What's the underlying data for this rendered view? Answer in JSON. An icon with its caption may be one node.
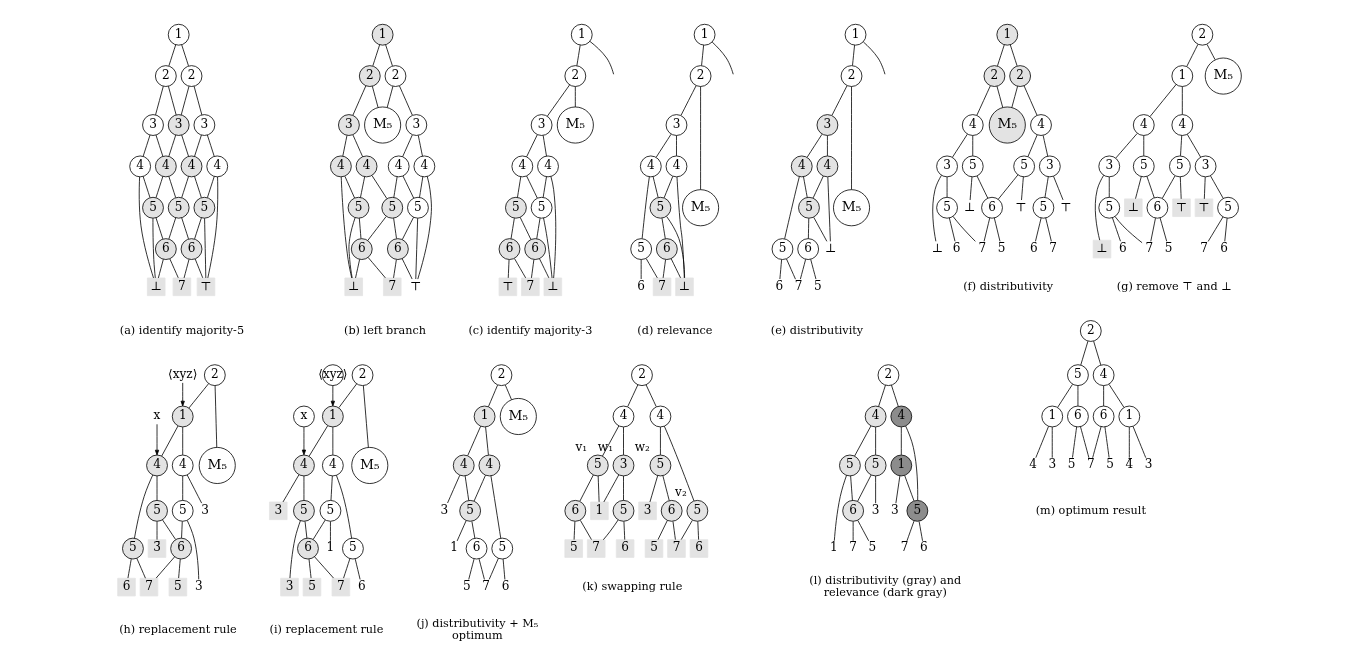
{
  "diagram": {
    "nodes": [
      {
        "text": [
          "1"
        ]
      },
      {
        "text": [
          "2"
        ]
      },
      {
        "text": [
          "2"
        ]
      },
      {
        "text": [
          "3"
        ]
      },
      {
        "text": [
          "3"
        ]
      },
      {
        "text": [
          "3"
        ]
      },
      {
        "text": [
          "4"
        ]
      },
      {
        "text": [
          "4"
        ]
      },
      {
        "text": [
          "4"
        ]
      },
      {
        "text": [
          "4"
        ]
      },
      {
        "text": [
          "5"
        ]
      },
      {
        "text": [
          "5"
        ]
      },
      {
        "text": [
          "5"
        ]
      },
      {
        "text": [
          "6"
        ]
      },
      {
        "text": [
          "6"
        ]
      },
      {
        "text": [
          "⊥"
        ]
      },
      {
        "text": [
          "7"
        ]
      },
      {
        "text": [
          "⊤"
        ]
      },
      {
        "text": [
          "1"
        ]
      },
      {
        "text": [
          "2"
        ]
      },
      {
        "text": [
          "2"
        ]
      },
      {
        "text": [
          "3"
        ]
      },
      {
        "text": [
          "M₅"
        ]
      },
      {
        "text": [
          "3"
        ]
      },
      {
        "text": [
          "4"
        ]
      },
      {
        "text": [
          "4"
        ]
      },
      {
        "text": [
          "4"
        ]
      },
      {
        "text": [
          "4"
        ]
      },
      {
        "text": [
          "5"
        ]
      },
      {
        "text": [
          "5"
        ]
      },
      {
        "text": [
          "5"
        ]
      },
      {
        "text": [
          "6"
        ]
      },
      {
        "text": [
          "6"
        ]
      },
      {
        "text": [
          "⊥"
        ]
      },
      {
        "text": [
          "7"
        ]
      },
      {
        "text": [
          "⊤"
        ]
      },
      {
        "text": [
          "1"
        ]
      },
      {
        "text": [
          "2"
        ]
      },
      {
        "text": [
          "3"
        ]
      },
      {
        "text": [
          "M₅"
        ]
      },
      {
        "text": [
          "4"
        ]
      },
      {
        "text": [
          "4"
        ]
      },
      {
        "text": [
          "5"
        ]
      },
      {
        "text": [
          "5"
        ]
      },
      {
        "text": [
          "6"
        ]
      },
      {
        "text": [
          "6"
        ]
      },
      {
        "text": [
          "⊥"
        ]
      },
      {
        "text": [
          "7"
        ]
      },
      {
        "text": [
          "⊤"
        ]
      },
      {
        "text": [
          "1"
        ]
      },
      {
        "text": [
          "2"
        ]
      },
      {
        "text": [
          "3"
        ]
      },
      {
        "text": [
          "M₅"
        ]
      },
      {
        "text": [
          "4"
        ]
      },
      {
        "text": [
          "4"
        ]
      },
      {
        "text": [
          "5"
        ]
      },
      {
        "text": [
          "5"
        ]
      },
      {
        "text": [
          "6"
        ]
      },
      {
        "text": [
          "6"
        ]
      },
      {
        "text": [
          "⊥"
        ]
      },
      {
        "text": [
          "7"
        ]
      },
      {
        "text": [
          "1"
        ]
      },
      {
        "text": [
          "2"
        ]
      },
      {
        "text": [
          "3"
        ]
      },
      {
        "text": [
          "M₅"
        ]
      },
      {
        "text": [
          "4"
        ]
      },
      {
        "text": [
          "4"
        ]
      },
      {
        "text": [
          "5"
        ]
      },
      {
        "text": [
          "5"
        ]
      },
      {
        "text": [
          "6"
        ]
      },
      {
        "text": [
          "6"
        ]
      },
      {
        "text": [
          "⊥"
        ]
      },
      {
        "text": [
          "5̄"
        ]
      },
      {
        "text": [
          "7"
        ]
      },
      {
        "text": [
          "1"
        ]
      },
      {
        "text": [
          "2"
        ]
      },
      {
        "text": [
          "2"
        ]
      },
      {
        "text": [
          "4"
        ]
      },
      {
        "text": [
          "M₅"
        ]
      },
      {
        "text": [
          "4"
        ]
      },
      {
        "text": [
          "3"
        ]
      },
      {
        "text": [
          "5"
        ]
      },
      {
        "text": [
          "5"
        ]
      },
      {
        "text": [
          "3"
        ]
      },
      {
        "text": [
          "⊥"
        ]
      },
      {
        "text": [
          "5"
        ]
      },
      {
        "text": [
          "⊥"
        ]
      },
      {
        "text": [
          "6"
        ]
      },
      {
        "text": [
          "⊤"
        ]
      },
      {
        "text": [
          "5"
        ]
      },
      {
        "text": [
          "⊤"
        ]
      },
      {
        "text": [
          "6"
        ]
      },
      {
        "text": [
          "7"
        ]
      },
      {
        "text": [
          "5̄"
        ]
      },
      {
        "text": [
          "7"
        ]
      },
      {
        "text": [
          "6"
        ]
      },
      {
        "text": [
          "2"
        ]
      },
      {
        "text": [
          "1"
        ]
      },
      {
        "text": [
          "M₅"
        ]
      },
      {
        "text": [
          "4"
        ]
      },
      {
        "text": [
          "4"
        ]
      },
      {
        "text": [
          "3"
        ]
      },
      {
        "text": [
          "5"
        ]
      },
      {
        "text": [
          "5"
        ]
      },
      {
        "text": [
          "3"
        ]
      },
      {
        "text": [
          "⊥"
        ]
      },
      {
        "text": [
          "5"
        ]
      },
      {
        "text": [
          "⊥"
        ]
      },
      {
        "text": [
          "6"
        ]
      },
      {
        "text": [
          "⊤"
        ]
      },
      {
        "text": [
          "5"
        ]
      },
      {
        "text": [
          "⊤"
        ]
      },
      {
        "text": [
          "6"
        ]
      },
      {
        "text": [
          "7"
        ]
      },
      {
        "text": [
          "5̄"
        ]
      },
      {
        "text": [
          "7"
        ]
      },
      {
        "text": [
          "6"
        ]
      },
      {
        "text": [
          "⟨xyz⟩"
        ]
      },
      {
        "text": [
          "2"
        ]
      },
      {
        "text": [
          "1"
        ]
      },
      {
        "text": [
          "M₅"
        ]
      },
      {
        "text": [
          "x"
        ]
      },
      {
        "text": [
          "4"
        ]
      },
      {
        "text": [
          "4"
        ]
      },
      {
        "text": [
          "3"
        ]
      },
      {
        "text": [
          "5"
        ]
      },
      {
        "text": [
          "5"
        ]
      },
      {
        "text": [
          "5"
        ]
      },
      {
        "text": [
          "3"
        ]
      },
      {
        "text": [
          "6"
        ]
      },
      {
        "text": [
          "3̄"
        ]
      },
      {
        "text": [
          "5̄"
        ]
      },
      {
        "text": [
          "7"
        ]
      },
      {
        "text": [
          "6"
        ]
      },
      {
        "text": [
          "⟨xyz⟩"
        ]
      },
      {
        "text": [
          "2"
        ]
      },
      {
        "text": [
          "1"
        ]
      },
      {
        "text": [
          "M₅"
        ]
      },
      {
        "text": [
          "x"
        ]
      },
      {
        "text": [
          "4"
        ]
      },
      {
        "text": [
          "4"
        ]
      },
      {
        "text": [
          "3"
        ]
      },
      {
        "text": [
          "5"
        ]
      },
      {
        "text": [
          "5"
        ]
      },
      {
        "text": [
          "5"
        ]
      },
      {
        "text": [
          "3"
        ]
      },
      {
        "text": [
          "6"
        ]
      },
      {
        "text": [
          "1"
        ]
      },
      {
        "text": [
          "5̄"
        ]
      },
      {
        "text": [
          "7"
        ]
      },
      {
        "text": [
          "6"
        ]
      },
      {
        "text": [
          "2"
        ]
      },
      {
        "text": [
          "1"
        ]
      },
      {
        "text": [
          "M₅"
        ]
      },
      {
        "text": [
          "4"
        ]
      },
      {
        "text": [
          "4"
        ]
      },
      {
        "text": [
          "3"
        ]
      },
      {
        "text": [
          "5"
        ]
      },
      {
        "text": [
          "5"
        ]
      },
      {
        "text": [
          "1"
        ]
      },
      {
        "text": [
          "6"
        ]
      },
      {
        "text": [
          "5̄"
        ]
      },
      {
        "text": [
          "7"
        ]
      },
      {
        "text": [
          "6"
        ]
      },
      {
        "text": [
          "2"
        ]
      },
      {
        "text": [
          "4"
        ]
      },
      {
        "text": [
          "4"
        ]
      },
      {
        "text": [
          "5"
        ],
        "beside": [
          "v₁"
        ]
      },
      {
        "text": [
          "3"
        ],
        "beside": [
          "w₁"
        ]
      },
      {
        "text": [
          "5"
        ],
        "beside": [
          "w₂"
        ]
      },
      {
        "text": [
          "6"
        ]
      },
      {
        "text": [
          "1"
        ]
      },
      {
        "text": [
          "5"
        ]
      },
      {
        "text": [
          "5"
        ],
        "beside": [
          "v₂"
        ]
      },
      {
        "text": [
          "3"
        ]
      },
      {
        "text": [
          "6"
        ]
      },
      {
        "text": [
          "5̄"
        ]
      },
      {
        "text": [
          "7"
        ]
      },
      {
        "text": [
          "6"
        ]
      },
      {
        "text": [
          "6"
        ]
      },
      {
        "text": [
          "7"
        ]
      },
      {
        "text": [
          "5̄"
        ]
      },
      {
        "text": [
          "2"
        ]
      },
      {
        "text": [
          "4"
        ]
      },
      {
        "text": [
          "4"
        ]
      },
      {
        "text": [
          "5"
        ]
      },
      {
        "text": [
          "5"
        ]
      },
      {
        "text": [
          "1"
        ]
      },
      {
        "text": [
          "1"
        ]
      },
      {
        "text": [
          "6"
        ]
      },
      {
        "text": [
          "3"
        ]
      },
      {
        "text": [
          "5"
        ]
      },
      {
        "text": [
          "3"
        ]
      },
      {
        "text": [
          "5̄"
        ]
      },
      {
        "text": [
          "7"
        ]
      },
      {
        "text": [
          "6"
        ]
      },
      {
        "text": [
          "7"
        ]
      },
      {
        "text": [
          "2"
        ]
      },
      {
        "text": [
          "5"
        ]
      },
      {
        "text": [
          "4"
        ]
      },
      {
        "text": [
          "1"
        ]
      },
      {
        "text": [
          "6"
        ]
      },
      {
        "text": [
          "6"
        ]
      },
      {
        "text": [
          "1"
        ]
      },
      {
        "text": [
          "4"
        ]
      },
      {
        "text": [
          "3"
        ]
      },
      {
        "text": [
          "5̄"
        ]
      },
      {
        "text": [
          "7"
        ]
      },
      {
        "text": [
          "5"
        ]
      },
      {
        "text": [
          "4̄"
        ]
      },
      {
        "text": [
          "3"
        ]
      }
    ],
    "edges": [
      {
        "from": 0,
        "to": 1,
        "arrow": "none"
      },
      {
        "from": 0,
        "to": 2,
        "arrow": "none"
      },
      {
        "from": 1,
        "to": 3,
        "arrow": "none"
      },
      {
        "from": 1,
        "to": 4,
        "arrow": "none"
      },
      {
        "from": 2,
        "to": 4,
        "arrow": "none"
      },
      {
        "from": 2,
        "to": 5,
        "arrow": "none"
      },
      {
        "from": 3,
        "to": 6,
        "arrow": "none"
      },
      {
        "from": 3,
        "to": 7,
        "arrow": "none"
      },
      {
        "from": 4,
        "to": 7,
        "arrow": "none"
      },
      {
        "from": 4,
        "to": 8,
        "arrow": "none"
      },
      {
        "from": 5,
        "to": 8,
        "arrow": "none"
      },
      {
        "from": 5,
        "to": 9,
        "arrow": "none"
      },
      {
        "from": 6,
        "to": 10,
        "arrow": "none"
      },
      {
        "from": 7,
        "to": 10,
        "arrow": "none"
      },
      {
        "from": 7,
        "to": 11,
        "arrow": "none"
      },
      {
        "from": 8,
        "to": 11,
        "arrow": "none"
      },
      {
        "from": 8,
        "to": 12,
        "arrow": "none"
      },
      {
        "from": 9,
        "to": 12,
        "arrow": "none"
      },
      {
        "from": 10,
        "to": 13,
        "arrow": "none"
      },
      {
        "from": 11,
        "to": 13,
        "arrow": "none"
      },
      {
        "from": 11,
        "to": 14,
        "arrow": "none"
      },
      {
        "from": 12,
        "to": 14,
        "arrow": "none"
      },
      {
        "from": 6,
        "to": 15,
        "arrow": "none"
      },
      {
        "from": 10,
        "to": 15,
        "arrow": "none"
      },
      {
        "from": 13,
        "to": 15,
        "arrow": "none"
      },
      {
        "from": 13,
        "to": 16,
        "arrow": "none"
      },
      {
        "from": 14,
        "to": 16,
        "arrow": "none"
      },
      {
        "from": 14,
        "to": 17,
        "arrow": "none"
      },
      {
        "from": 12,
        "to": 17,
        "arrow": "none"
      },
      {
        "from": 9,
        "to": 17,
        "arrow": "none"
      },
      {
        "from": 18,
        "to": 19,
        "arrow": "none"
      },
      {
        "from": 18,
        "to": 20,
        "arrow": "none"
      },
      {
        "from": 19,
        "to": 21,
        "arrow": "none"
      },
      {
        "from": 19,
        "to": 22,
        "arrow": "none"
      },
      {
        "from": 20,
        "to": 22,
        "arrow": "none"
      },
      {
        "from": 20,
        "to": 23,
        "arrow": "none"
      },
      {
        "from": 21,
        "to": 24,
        "arrow": "none"
      },
      {
        "from": 21,
        "to": 25,
        "arrow": "none"
      },
      {
        "from": 23,
        "to": 26,
        "arrow": "none"
      },
      {
        "from": 23,
        "to": 27,
        "arrow": "none"
      },
      {
        "from": 24,
        "to": 28,
        "arrow": "none"
      },
      {
        "from": 25,
        "to": 28,
        "arrow": "none"
      },
      {
        "from": 25,
        "to": 29,
        "arrow": "none"
      },
      {
        "from": 26,
        "to": 29,
        "arrow": "none"
      },
      {
        "from": 26,
        "to": 30,
        "arrow": "none"
      },
      {
        "from": 27,
        "to": 30,
        "arrow": "none"
      },
      {
        "from": 28,
        "to": 31,
        "arrow": "none"
      },
      {
        "from": 29,
        "to": 31,
        "arrow": "none"
      },
      {
        "from": 29,
        "to": 32,
        "arrow": "none"
      },
      {
        "from": 30,
        "to": 32,
        "arrow": "none"
      },
      {
        "from": 24,
        "to": 33,
        "arrow": "none"
      },
      {
        "from": 28,
        "to": 33,
        "arrow": "none"
      },
      {
        "from": 31,
        "to": 33,
        "arrow": "none"
      },
      {
        "from": 31,
        "to": 34,
        "arrow": "none"
      },
      {
        "from": 32,
        "to": 34,
        "arrow": "none"
      },
      {
        "from": 32,
        "to": 35,
        "arrow": "none"
      },
      {
        "from": 30,
        "to": 35,
        "arrow": "none"
      },
      {
        "from": 27,
        "to": 35,
        "arrow": "none"
      },
      {
        "from": 36,
        "to": null,
        "arrow": "none"
      },
      {
        "from": 36,
        "to": 37,
        "arrow": "none"
      },
      {
        "from": 37,
        "to": 38,
        "arrow": "none"
      },
      {
        "from": 37,
        "to": 39,
        "arrow": "none"
      },
      {
        "from": 38,
        "to": 40,
        "arrow": "none"
      },
      {
        "from": 38,
        "to": 41,
        "arrow": "none"
      },
      {
        "from": 40,
        "to": 42,
        "arrow": "none"
      },
      {
        "from": 41,
        "to": 42,
        "arrow": "none"
      },
      {
        "from": 41,
        "to": 43,
        "arrow": "none"
      },
      {
        "from": 42,
        "to": 44,
        "arrow": "none"
      },
      {
        "from": 43,
        "to": 44,
        "arrow": "none"
      },
      {
        "from": 43,
        "to": 45,
        "arrow": "none"
      },
      {
        "from": 40,
        "to": 46,
        "arrow": "none"
      },
      {
        "from": 42,
        "to": 46,
        "arrow": "none"
      },
      {
        "from": 44,
        "to": 46,
        "arrow": "none"
      },
      {
        "from": 44,
        "to": 47,
        "arrow": "none"
      },
      {
        "from": 45,
        "to": 47,
        "arrow": "none"
      },
      {
        "from": 45,
        "to": 48,
        "arrow": "none"
      },
      {
        "from": 49,
        "to": null,
        "arrow": "none"
      },
      {
        "from": 49,
        "to": 50,
        "arrow": "none"
      },
      {
        "from": 50,
        "to": 51,
        "arrow": "none"
      },
      {
        "from": 50,
        "to": 52,
        "arrow": "none"
      },
      {
        "from": 51,
        "to": 53,
        "arrow": "none"
      },
      {
        "from": 51,
        "to": 54,
        "arrow": "none"
      },
      {
        "from": 53,
        "to": 55,
        "arrow": "none"
      },
      {
        "from": 54,
        "to": 55,
        "arrow": "none"
      },
      {
        "from": 54,
        "to": 56,
        "arrow": "none"
      },
      {
        "from": 55,
        "to": 57,
        "arrow": "none"
      },
      {
        "from": 56,
        "to": 58,
        "arrow": "none"
      },
      {
        "from": 53,
        "to": 59,
        "arrow": "none"
      },
      {
        "from": 55,
        "to": 59,
        "arrow": "none"
      },
      {
        "from": 57,
        "to": 59,
        "arrow": "none"
      },
      {
        "from": 57,
        "to": 60,
        "arrow": "none"
      },
      {
        "from": 56,
        "to": 60,
        "arrow": "none"
      },
      {
        "from": 61,
        "to": null,
        "arrow": "none"
      },
      {
        "from": 61,
        "to": 62,
        "arrow": "none"
      },
      {
        "from": 62,
        "to": 63,
        "arrow": "none"
      },
      {
        "from": 62,
        "to": 64,
        "arrow": "none"
      },
      {
        "from": 63,
        "to": 65,
        "arrow": "none"
      },
      {
        "from": 63,
        "to": 66,
        "arrow": "none"
      },
      {
        "from": 65,
        "to": 67,
        "arrow": "none"
      },
      {
        "from": 66,
        "to": 67,
        "arrow": "none"
      },
      {
        "from": 66,
        "to": 68,
        "arrow": "none"
      },
      {
        "from": 67,
        "to": 69,
        "arrow": "none"
      },
      {
        "from": 68,
        "to": 70,
        "arrow": "none"
      },
      {
        "from": 65,
        "to": 71,
        "arrow": "none"
      },
      {
        "from": 67,
        "to": 71,
        "arrow": "none"
      },
      {
        "from": 69,
        "to": 72,
        "arrow": "none"
      },
      {
        "from": 69,
        "to": 73,
        "arrow": "none"
      },
      {
        "from": 68,
        "to": 73,
        "arrow": "none"
      },
      {
        "from": 74,
        "to": 75,
        "arrow": "none"
      },
      {
        "from": 74,
        "to": 76,
        "arrow": "none"
      },
      {
        "from": 75,
        "to": 77,
        "arrow": "none"
      },
      {
        "from": 75,
        "to": 78,
        "arrow": "none"
      },
      {
        "from": 76,
        "to": 78,
        "arrow": "none"
      },
      {
        "from": 76,
        "to": 79,
        "arrow": "none"
      },
      {
        "from": 77,
        "to": 80,
        "arrow": "none"
      },
      {
        "from": 77,
        "to": 81,
        "arrow": "none"
      },
      {
        "from": 79,
        "to": 82,
        "arrow": "none"
      },
      {
        "from": 79,
        "to": 83,
        "arrow": "none"
      },
      {
        "from": 80,
        "to": 84,
        "arrow": "none"
      },
      {
        "from": 80,
        "to": 85,
        "arrow": "none"
      },
      {
        "from": 81,
        "to": 86,
        "arrow": "none"
      },
      {
        "from": 81,
        "to": 87,
        "arrow": "none"
      },
      {
        "from": 82,
        "to": 87,
        "arrow": "none"
      },
      {
        "from": 82,
        "to": 88,
        "arrow": "none"
      },
      {
        "from": 83,
        "to": 89,
        "arrow": "none"
      },
      {
        "from": 83,
        "to": 90,
        "arrow": "none"
      },
      {
        "from": 85,
        "to": 91,
        "arrow": "none"
      },
      {
        "from": 85,
        "to": 92,
        "arrow": "none"
      },
      {
        "from": 87,
        "to": 92,
        "arrow": "none"
      },
      {
        "from": 87,
        "to": 93,
        "arrow": "none"
      },
      {
        "from": 89,
        "to": 94,
        "arrow": "none"
      },
      {
        "from": 89,
        "to": 95,
        "arrow": "none"
      },
      {
        "from": 96,
        "to": 97,
        "arrow": "none"
      },
      {
        "from": 96,
        "to": 98,
        "arrow": "none"
      },
      {
        "from": 97,
        "to": 99,
        "arrow": "none"
      },
      {
        "from": 97,
        "to": 100,
        "arrow": "none"
      },
      {
        "from": 99,
        "to": 101,
        "arrow": "none"
      },
      {
        "from": 99,
        "to": 102,
        "arrow": "none"
      },
      {
        "from": 100,
        "to": 103,
        "arrow": "none"
      },
      {
        "from": 100,
        "to": 104,
        "arrow": "none"
      },
      {
        "from": 101,
        "to": 105,
        "arrow": "none"
      },
      {
        "from": 101,
        "to": 106,
        "arrow": "none"
      },
      {
        "from": 102,
        "to": 107,
        "arrow": "none"
      },
      {
        "from": 102,
        "to": 108,
        "arrow": "none"
      },
      {
        "from": 103,
        "to": 108,
        "arrow": "none"
      },
      {
        "from": 103,
        "to": 109,
        "arrow": "none"
      },
      {
        "from": 104,
        "to": 110,
        "arrow": "none"
      },
      {
        "from": 104,
        "to": 111,
        "arrow": "none"
      },
      {
        "from": 106,
        "to": 112,
        "arrow": "none"
      },
      {
        "from": 106,
        "to": 113,
        "arrow": "none"
      },
      {
        "from": 108,
        "to": 113,
        "arrow": "none"
      },
      {
        "from": 108,
        "to": 114,
        "arrow": "none"
      },
      {
        "from": 110,
        "to": 115,
        "arrow": "none"
      },
      {
        "from": 110,
        "to": 116,
        "arrow": "none"
      },
      {
        "from": 117,
        "to": 119,
        "arrow": "to"
      },
      {
        "from": 118,
        "to": 119,
        "arrow": "none"
      },
      {
        "from": 118,
        "to": 120,
        "arrow": "none"
      },
      {
        "from": 121,
        "to": 123,
        "arrow": "to"
      },
      {
        "from": 119,
        "to": 122,
        "arrow": "none"
      },
      {
        "from": 119,
        "to": 123,
        "arrow": "none"
      },
      {
        "from": 122,
        "to": 124,
        "arrow": "none"
      },
      {
        "from": 122,
        "to": 125,
        "arrow": "none"
      },
      {
        "from": 123,
        "to": 126,
        "arrow": "none"
      },
      {
        "from": 123,
        "to": 127,
        "arrow": "none"
      },
      {
        "from": 125,
        "to": 128,
        "arrow": "none"
      },
      {
        "from": 125,
        "to": 129,
        "arrow": "none"
      },
      {
        "from": 126,
        "to": 129,
        "arrow": "none"
      },
      {
        "from": 126,
        "to": 130,
        "arrow": "none"
      },
      {
        "from": 129,
        "to": 131,
        "arrow": "none"
      },
      {
        "from": 129,
        "to": 132,
        "arrow": "none"
      },
      {
        "from": 127,
        "to": 132,
        "arrow": "none"
      },
      {
        "from": 127,
        "to": 133,
        "arrow": "none"
      },
      {
        "from": 134,
        "to": 136,
        "arrow": "to"
      },
      {
        "from": 135,
        "to": 136,
        "arrow": "none"
      },
      {
        "from": 135,
        "to": 137,
        "arrow": "none"
      },
      {
        "from": 138,
        "to": 139,
        "arrow": "to"
      },
      {
        "from": 136,
        "to": 139,
        "arrow": "none"
      },
      {
        "from": 136,
        "to": 140,
        "arrow": "none"
      },
      {
        "from": 139,
        "to": 141,
        "arrow": "none"
      },
      {
        "from": 139,
        "to": 142,
        "arrow": "none"
      },
      {
        "from": 140,
        "to": 143,
        "arrow": "none"
      },
      {
        "from": 140,
        "to": 144,
        "arrow": "none"
      },
      {
        "from": 142,
        "to": 145,
        "arrow": "none"
      },
      {
        "from": 142,
        "to": 146,
        "arrow": "none"
      },
      {
        "from": 143,
        "to": 146,
        "arrow": "none"
      },
      {
        "from": 143,
        "to": 147,
        "arrow": "none"
      },
      {
        "from": 146,
        "to": 148,
        "arrow": "none"
      },
      {
        "from": 146,
        "to": 149,
        "arrow": "none"
      },
      {
        "from": 144,
        "to": 149,
        "arrow": "none"
      },
      {
        "from": 144,
        "to": 150,
        "arrow": "none"
      },
      {
        "from": 151,
        "to": 152,
        "arrow": "none"
      },
      {
        "from": 151,
        "to": 153,
        "arrow": "none"
      },
      {
        "from": 152,
        "to": 154,
        "arrow": "none"
      },
      {
        "from": 152,
        "to": 155,
        "arrow": "none"
      },
      {
        "from": 154,
        "to": 156,
        "arrow": "none"
      },
      {
        "from": 154,
        "to": 157,
        "arrow": "none"
      },
      {
        "from": 155,
        "to": 157,
        "arrow": "none"
      },
      {
        "from": 155,
        "to": 158,
        "arrow": "none"
      },
      {
        "from": 157,
        "to": 159,
        "arrow": "none"
      },
      {
        "from": 157,
        "to": 160,
        "arrow": "none"
      },
      {
        "from": 160,
        "to": 161,
        "arrow": "none"
      },
      {
        "from": 160,
        "to": 162,
        "arrow": "none"
      },
      {
        "from": 158,
        "to": 162,
        "arrow": "none"
      },
      {
        "from": 158,
        "to": 163,
        "arrow": "none"
      },
      {
        "from": 164,
        "to": 165,
        "arrow": "none"
      },
      {
        "from": 164,
        "to": 166,
        "arrow": "none"
      },
      {
        "from": 165,
        "to": 167,
        "arrow": "none"
      },
      {
        "from": 165,
        "to": 168,
        "arrow": "none"
      },
      {
        "from": 166,
        "to": 173,
        "arrow": "none"
      },
      {
        "from": 166,
        "to": 169,
        "arrow": "none"
      },
      {
        "from": 167,
        "to": 170,
        "arrow": "none"
      },
      {
        "from": 167,
        "to": 171,
        "arrow": "none"
      },
      {
        "from": 168,
        "to": 171,
        "arrow": "none"
      },
      {
        "from": 168,
        "to": 172,
        "arrow": "none"
      },
      {
        "from": 169,
        "to": 174,
        "arrow": "none"
      },
      {
        "from": 169,
        "to": 175,
        "arrow": "none"
      },
      {
        "from": 170,
        "to": 176,
        "arrow": "none"
      },
      {
        "from": 170,
        "to": 177,
        "arrow": "none"
      },
      {
        "from": 172,
        "to": 177,
        "arrow": "none"
      },
      {
        "from": 172,
        "to": 178,
        "arrow": "none"
      },
      {
        "from": 173,
        "to": 179,
        "arrow": "none"
      },
      {
        "from": 173,
        "to": 180,
        "arrow": "none"
      },
      {
        "from": 175,
        "to": 180,
        "arrow": "none"
      },
      {
        "from": 175,
        "to": 181,
        "arrow": "none"
      },
      {
        "from": 182,
        "to": 183,
        "arrow": "none"
      },
      {
        "from": 182,
        "to": 184,
        "arrow": "none"
      },
      {
        "from": 183,
        "to": 185,
        "arrow": "none"
      },
      {
        "from": 183,
        "to": 186,
        "arrow": "none"
      },
      {
        "from": 184,
        "to": 191,
        "arrow": "none"
      },
      {
        "from": 184,
        "to": 187,
        "arrow": "none"
      },
      {
        "from": 185,
        "to": 188,
        "arrow": "none"
      },
      {
        "from": 185,
        "to": 189,
        "arrow": "none"
      },
      {
        "from": 186,
        "to": 189,
        "arrow": "none"
      },
      {
        "from": 186,
        "to": 190,
        "arrow": "none"
      },
      {
        "from": 187,
        "to": 191,
        "arrow": "none"
      },
      {
        "from": 187,
        "to": 192,
        "arrow": "none"
      },
      {
        "from": 189,
        "to": 193,
        "arrow": "none"
      },
      {
        "from": 189,
        "to": 194,
        "arrow": "none"
      },
      {
        "from": 191,
        "to": 195,
        "arrow": "none"
      },
      {
        "from": 191,
        "to": 196,
        "arrow": "none"
      },
      {
        "from": 197,
        "to": 198,
        "arrow": "none"
      },
      {
        "from": 197,
        "to": 199,
        "arrow": "none"
      },
      {
        "from": 198,
        "to": 200,
        "arrow": "none"
      },
      {
        "from": 198,
        "to": 201,
        "arrow": "none"
      },
      {
        "from": 199,
        "to": 202,
        "arrow": "none"
      },
      {
        "from": 199,
        "to": 203,
        "arrow": "none"
      },
      {
        "from": 200,
        "to": 204,
        "arrow": "none"
      },
      {
        "from": 200,
        "to": 205,
        "arrow": "none"
      },
      {
        "from": 201,
        "to": 206,
        "arrow": "none"
      },
      {
        "from": 201,
        "to": 207,
        "arrow": "none"
      },
      {
        "from": 202,
        "to": 207,
        "arrow": "none"
      },
      {
        "from": 202,
        "to": 208,
        "arrow": "none"
      },
      {
        "from": 203,
        "to": 209,
        "arrow": "none"
      },
      {
        "from": 203,
        "to": 210,
        "arrow": "none"
      }
    ],
    "labels": [
      "(a) identify majority-5",
      "(b) left branch",
      "(c) identify majority-3",
      "(d) relevance",
      "(e) distributivity",
      "(f) distributivity",
      "(g) remove ⊤ and ⊥",
      "(h) replacement rule",
      "(i) replacement rule",
      "(j) distributivity + M₅ optimum",
      "(k) swapping rule",
      "(l) distributivity (gray) and relevance (dark gray)",
      "(m) optimum result"
    ]
  }
}
